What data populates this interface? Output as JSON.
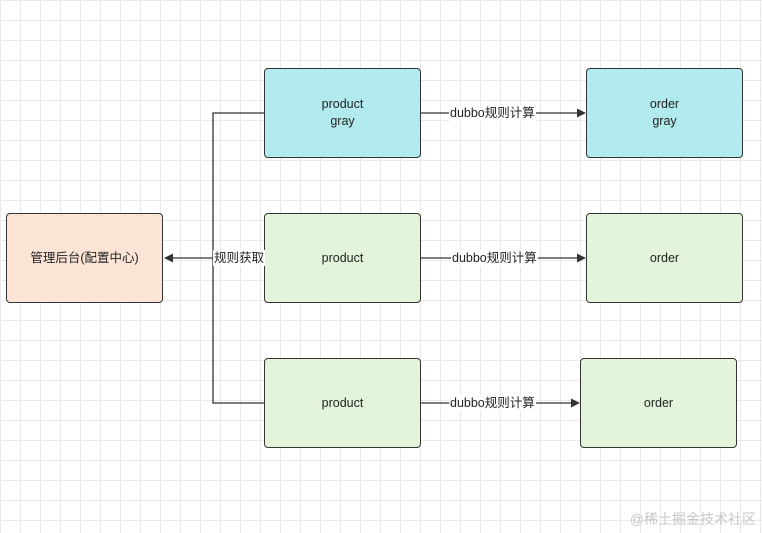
{
  "nodes": {
    "admin": "管理后台(配置中心)",
    "product_gray": [
      "product",
      "gray"
    ],
    "order_gray": [
      "order",
      "gray"
    ],
    "product_1": "product",
    "order_1": "order",
    "product_2": "product",
    "order_2": "order"
  },
  "edges": {
    "fetch_label": "规则获取",
    "calc_label_1": "dubbo规则计算",
    "calc_label_2": "dubbo规则计算",
    "calc_label_3": "dubbo规则计算"
  },
  "watermark": "@稀土掘金技术社区",
  "colors": {
    "gray_box": "#b2ebee",
    "green_box": "#e3f4db",
    "admin_box": "#fbe4d6",
    "line": "#333333"
  }
}
